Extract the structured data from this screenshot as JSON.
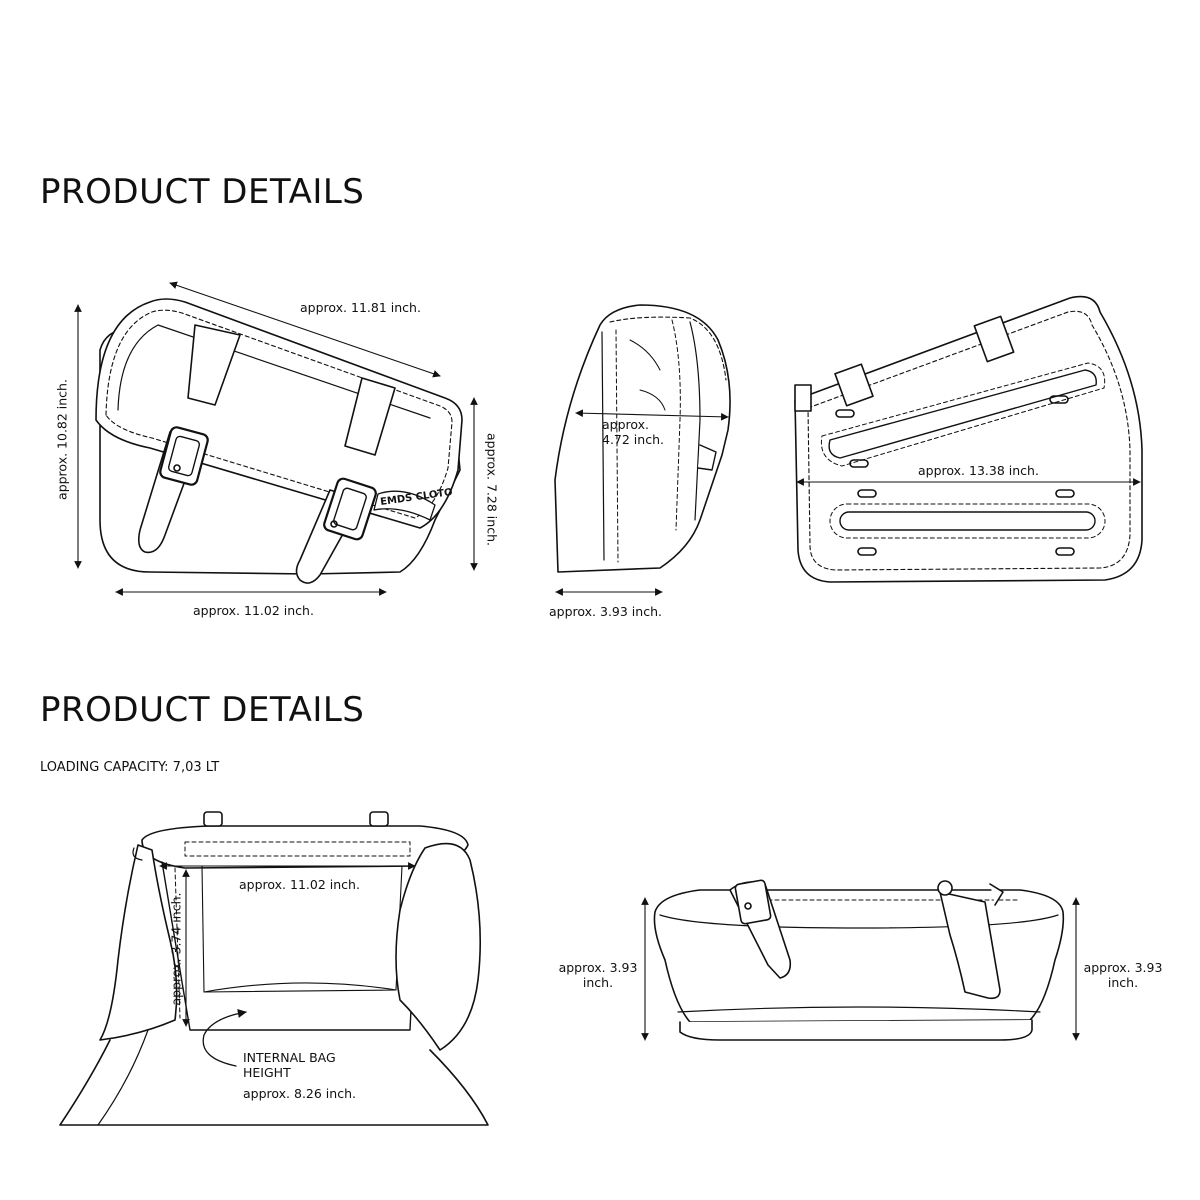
{
  "sections": [
    {
      "heading": "PRODUCT DETAILS"
    },
    {
      "heading": "PRODUCT DETAILS",
      "subheading": "LOADING CAPACITY: 7,03 LT"
    }
  ],
  "logo_text": "EMDS CLOTO",
  "dimensions": {
    "front_top": "approx. 11.81 inch.",
    "front_height": "approx. 10.82 inch.",
    "front_side_height": "approx. 7.28 inch.",
    "front_bottom": "approx. 11.02 inch.",
    "side_depth": "approx.\n4.72 inch.",
    "side_bottom": "approx. 3.93 inch.",
    "back_width": "approx. 13.38 inch.",
    "inner_width": "approx. 11.02 inch.",
    "inner_height": "approx. 3.74 inch.",
    "internal_bag_label": "INTERNAL BAG\nHEIGHT",
    "internal_bag_value": "approx. 8.26 inch.",
    "top_left_height": "approx. 3.93\ninch.",
    "top_right_height": "approx. 3.93\ninch."
  }
}
